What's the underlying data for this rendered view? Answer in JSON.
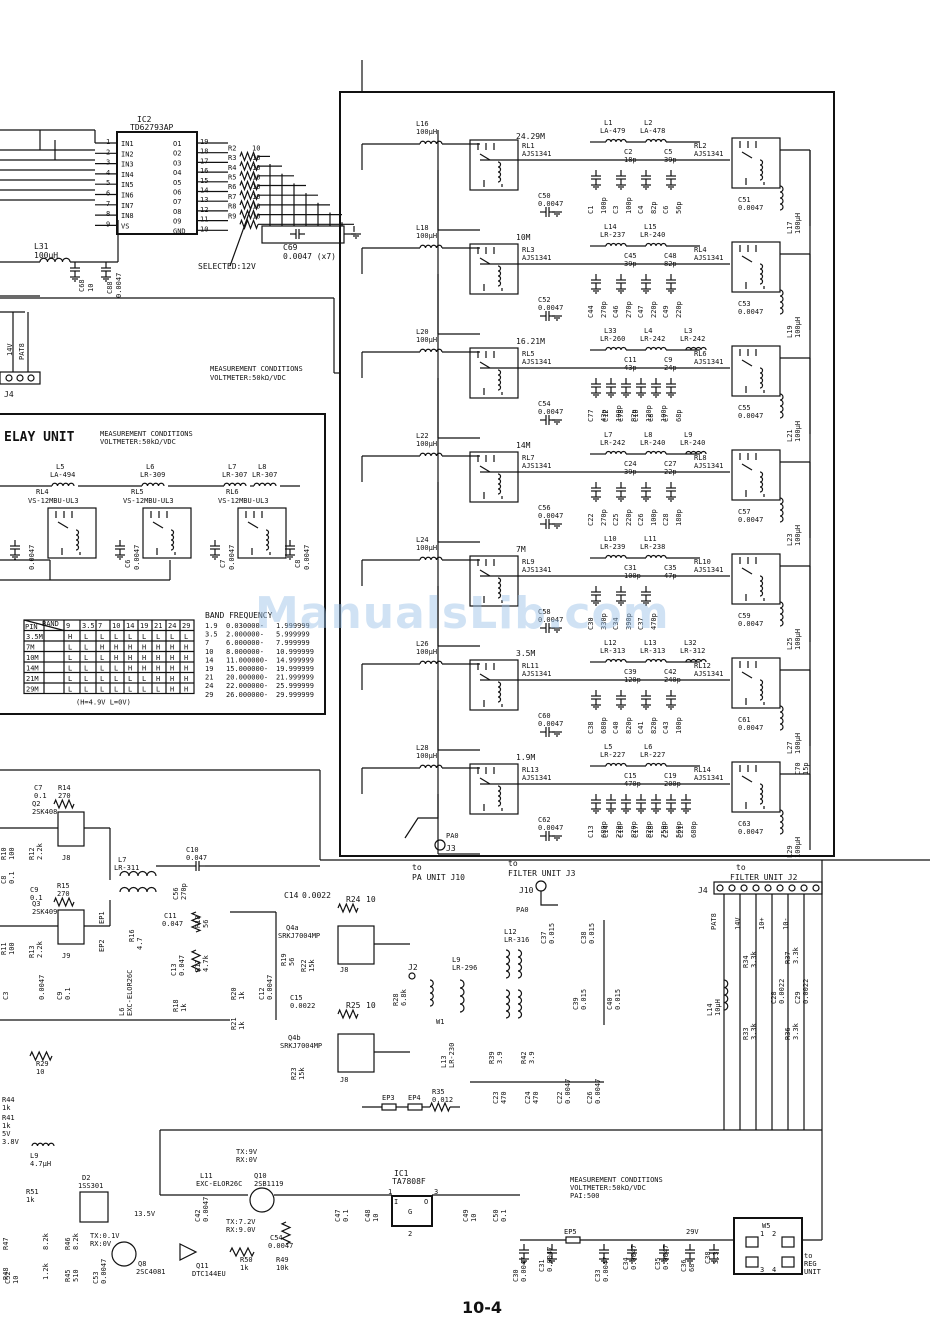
{
  "page_number": "10-4",
  "watermark": "ManualsLib.com",
  "ic2": {
    "ref": "IC2",
    "part": "TD62793AP",
    "inputs": [
      "IN1",
      "IN2",
      "IN3",
      "IN4",
      "IN5",
      "IN6",
      "IN7",
      "IN8",
      "VS"
    ],
    "in_pins": [
      "1",
      "2",
      "3",
      "4",
      "5",
      "6",
      "7",
      "8",
      "9"
    ],
    "outputs": [
      "O1",
      "O2",
      "O3",
      "O4",
      "O5",
      "O6",
      "O7",
      "O8",
      "O9",
      "GND"
    ],
    "out_pins": [
      "19",
      "18",
      "17",
      "16",
      "15",
      "14",
      "13",
      "12",
      "11",
      "10"
    ],
    "resistors": [
      "R2",
      "R3",
      "R4",
      "R5",
      "R6",
      "R7",
      "R8",
      "R9"
    ],
    "res_value": "10"
  },
  "c69": "C69",
  "c69_value": "0.0047 (x7)",
  "selected_note": "SELECTED:12V",
  "l31": "L31",
  "l31_value": "100µH",
  "c68": "C68",
  "c68_v": "10",
  "c88": "C88",
  "c88_v": "0.0047",
  "j4_left": "J4",
  "j4_pins": [
    "14V",
    "PAT8"
  ],
  "meas1": [
    "MEASUREMENT CONDITIONS",
    "VOLTMETER:50kΩ/VDC"
  ],
  "relay_unit": {
    "title": "ELAY UNIT",
    "meas": [
      "MEASUREMENT CONDITIONS",
      "VOLTMETER:50kΩ/VDC"
    ],
    "inductors": [
      [
        "L5",
        "LA-494"
      ],
      [
        "L6",
        "LR-309"
      ],
      [
        "L7",
        "LR-307"
      ],
      [
        "L8",
        "LR-307"
      ]
    ],
    "relays": [
      [
        "RL4",
        "VS-12MBU-UL3"
      ],
      [
        "RL5",
        "VS-12MBU-UL3"
      ],
      [
        "RL6",
        "VS-12MBU-UL3"
      ]
    ],
    "caps": [
      [
        "C6",
        "0.0047"
      ],
      [
        "C7",
        "0.0047"
      ],
      [
        "C8",
        "0.0047"
      ],
      [
        "",
        "0.0047"
      ]
    ],
    "table_head": [
      "PIN",
      "BAND",
      "9",
      "3.5",
      "7",
      "10",
      "14",
      "19",
      "21",
      "24",
      "29"
    ],
    "table_rows": [
      [
        "3.5M",
        "H",
        "L",
        "L",
        "L",
        "L",
        "L",
        "L",
        "L",
        "L"
      ],
      [
        "7M",
        "L",
        "L",
        "H",
        "H",
        "H",
        "H",
        "H",
        "H",
        "H"
      ],
      [
        "10M",
        "L",
        "L",
        "L",
        "H",
        "H",
        "H",
        "H",
        "H",
        "H"
      ],
      [
        "14M",
        "L",
        "L",
        "L",
        "L",
        "H",
        "H",
        "H",
        "H",
        "H"
      ],
      [
        "21M",
        "L",
        "L",
        "L",
        "L",
        "L",
        "L",
        "H",
        "H",
        "H"
      ],
      [
        "29M",
        "L",
        "L",
        "L",
        "L",
        "L",
        "L",
        "L",
        "H",
        "H"
      ]
    ],
    "table_note": "(H=4.9V  L=0V)",
    "band_title": "BAND FREQUENCY",
    "band_rows": [
      [
        "1.9",
        "0.030000-",
        "1.999999"
      ],
      [
        "3.5",
        "2.000000-",
        "5.999999"
      ],
      [
        "7",
        "6.000000-",
        "7.999999"
      ],
      [
        "10",
        "8.000000-",
        "10.999999"
      ],
      [
        "14",
        "11.000000-",
        "14.999999"
      ],
      [
        "19",
        "15.000000-",
        "19.999999"
      ],
      [
        "21",
        "20.000000-",
        "21.999999"
      ],
      [
        "24",
        "22.000000-",
        "25.999999"
      ],
      [
        "29",
        "26.000000-",
        "29.999999"
      ]
    ]
  },
  "filter_bands": [
    {
      "band": "24.29M",
      "rl_a": "RL1",
      "rl_b": "RL2",
      "relay": "AJS1341",
      "l": "L16",
      "lv": "100µH",
      "c": "C50",
      "cv": "0.0047",
      "coil": "L17",
      "coilv": "100µH",
      "cout": "C51",
      "coutv": "0.0047",
      "ls": [
        [
          "L1",
          "LA-479"
        ],
        [
          "L2",
          "LA-478"
        ]
      ],
      "cs": [
        [
          "C2",
          "18p"
        ],
        [
          "C5",
          "39p"
        ]
      ],
      "gs": [
        [
          "C1",
          "100p"
        ],
        [
          "C3",
          "100p"
        ],
        [
          "C4",
          "82p"
        ],
        [
          "C6",
          "56p"
        ]
      ]
    },
    {
      "band": "10M",
      "rl_a": "RL3",
      "rl_b": "RL4",
      "relay": "AJS1341",
      "l": "L18",
      "lv": "100µH",
      "c": "C52",
      "cv": "0.0047",
      "coil": "L19",
      "coilv": "100µH",
      "cout": "C53",
      "coutv": "0.0047",
      "ls": [
        [
          "L14",
          "LR-237"
        ],
        [
          "L15",
          "LR-240"
        ]
      ],
      "cs": [
        [
          "C45",
          "39p"
        ],
        [
          "C48",
          "82p"
        ]
      ],
      "gs": [
        [
          "C44",
          "270p"
        ],
        [
          "C46",
          "270p"
        ],
        [
          "C47",
          "220p"
        ],
        [
          "C49",
          "220p"
        ]
      ]
    },
    {
      "band": "16.21M",
      "rl_a": "RL5",
      "rl_b": "RL6",
      "relay": "AJS1341",
      "l": "L20",
      "lv": "100µH",
      "c": "C54",
      "cv": "0.0047",
      "coil": "L21",
      "coilv": "100µH",
      "cout": "C55",
      "coutv": "0.0047",
      "ls": [
        [
          "L33",
          "LR-260"
        ],
        [
          "L4",
          "LR-242"
        ],
        [
          "L3",
          "LR-242"
        ]
      ],
      "cs": [
        [
          "C11",
          "43p"
        ],
        [
          "C9",
          "24p"
        ]
      ],
      "gs": [
        [
          "C77",
          "43p"
        ],
        [
          "C12",
          "100p"
        ],
        [
          "C78",
          "82p"
        ],
        [
          "C10",
          "120p"
        ],
        [
          "C8",
          "100p"
        ],
        [
          "C7",
          "68p"
        ]
      ]
    },
    {
      "band": "14M",
      "rl_a": "RL7",
      "rl_b": "RL8",
      "relay": "AJS1341",
      "l": "L22",
      "lv": "100µH",
      "c": "C56",
      "cv": "0.0047",
      "coil": "L23",
      "coilv": "100µH",
      "cout": "C57",
      "coutv": "0.0047",
      "ls": [
        [
          "L7",
          "LR-242"
        ],
        [
          "L8",
          "LR-240"
        ],
        [
          "L9",
          "LR-240"
        ]
      ],
      "cs": [
        [
          "C24",
          "39p"
        ],
        [
          "C27",
          "22p"
        ]
      ],
      "gs": [
        [
          "C22",
          "270p"
        ],
        [
          "C25",
          "220p"
        ],
        [
          "C26",
          "100p"
        ],
        [
          "C28",
          "180p"
        ]
      ]
    },
    {
      "band": "7M",
      "rl_a": "RL9",
      "rl_b": "RL10",
      "relay": "AJS1341",
      "l": "L24",
      "lv": "100µH",
      "c": "C58",
      "cv": "0.0047",
      "coil": "L25",
      "coilv": "100µH",
      "cout": "C59",
      "coutv": "0.0047",
      "ls": [
        [
          "L10",
          "LR-239"
        ],
        [
          "L11",
          "LR-238"
        ]
      ],
      "cs": [
        [
          "C31",
          "100p"
        ],
        [
          "C35",
          "47p"
        ]
      ],
      "gs": [
        [
          "C30",
          "330p"
        ],
        [
          "C34",
          "390p"
        ],
        [
          "C37",
          "470p"
        ]
      ]
    },
    {
      "band": "3.5M",
      "rl_a": "RL11",
      "rl_b": "RL12",
      "relay": "AJS1341",
      "l": "L26",
      "lv": "100µH",
      "c": "C60",
      "cv": "0.0047",
      "coil": "L27",
      "coilv": "100µH",
      "cout": "C61",
      "coutv": "0.0047",
      "ls": [
        [
          "L12",
          "LR-313"
        ],
        [
          "L13",
          "LR-313"
        ],
        [
          "L32",
          "LR-312"
        ]
      ],
      "cs": [
        [
          "C39",
          "120p"
        ],
        [
          "C42",
          "240p"
        ]
      ],
      "gs": [
        [
          "C38",
          "680p"
        ],
        [
          "C40",
          "820p"
        ],
        [
          "C41",
          "820p"
        ],
        [
          "C43",
          "100p"
        ]
      ]
    },
    {
      "band": "1.9M",
      "rl_a": "RL13",
      "rl_b": "RL14",
      "relay": "AJS1341",
      "l": "L28",
      "lv": "100µH",
      "c": "C62",
      "cv": "0.0047",
      "coil": "L29",
      "coilv": "100µH",
      "cout": "C63",
      "coutv": "0.0047",
      "ls": [
        [
          "L5",
          "LR-227"
        ],
        [
          "L6",
          "LR-227"
        ]
      ],
      "cs": [
        [
          "C15",
          "470p"
        ],
        [
          "C19",
          "200p"
        ]
      ],
      "gs": [
        [
          "C13",
          "680p"
        ],
        [
          "C14",
          "220p"
        ],
        [
          "C16",
          "820p"
        ],
        [
          "C17",
          "820p"
        ],
        [
          "C18",
          "750p"
        ],
        [
          "C20",
          "560p"
        ],
        [
          "C21",
          "680p"
        ]
      ]
    }
  ],
  "c70": "C70",
  "c70_v": "15p",
  "pa0": "PA0",
  "j3": "J3",
  "to_pa": [
    "to",
    "PA UNIT J10"
  ],
  "to_filter_j3": [
    "to",
    "FILTER UNIT J3"
  ],
  "to_filter_j2": [
    "to",
    "FILTER UNIT J2"
  ],
  "j4_right": "J4",
  "j4r_pins": [
    "PAT8",
    "14V",
    "10+",
    "10-"
  ],
  "lower": {
    "q2": [
      "Q2",
      "2SK408"
    ],
    "q3": [
      "Q3",
      "2SK409"
    ],
    "c7": [
      "C7",
      "0.1"
    ],
    "r14": [
      "R14",
      "270"
    ],
    "r15": [
      "R15",
      "270"
    ],
    "r10": [
      "R10",
      "100"
    ],
    "r12": [
      "R12",
      "2.2k"
    ],
    "c8": [
      "C8",
      "0.1"
    ],
    "c9": [
      "C9",
      "0.1"
    ],
    "r11": [
      "R11",
      "100"
    ],
    "r13": [
      "R13",
      "2.2k"
    ],
    "j8": "J8",
    "j9": "J9",
    "l7": [
      "L7",
      "LR-311"
    ],
    "c10": [
      "C10",
      "0.047"
    ],
    "c56": [
      "C56",
      "270p"
    ],
    "c11": [
      "C11",
      "0.047"
    ],
    "r16": [
      "R16",
      "4.7"
    ],
    "r17": [
      "R17",
      "4.7k"
    ],
    "r18": [
      "R18",
      "56"
    ],
    "ep1": "EP1",
    "ep2": "EP2",
    "l6": [
      "L6",
      "EXC-ELOR26C"
    ],
    "c13": [
      "C13",
      "0.047"
    ],
    "c3": [
      "C3",
      "0.0047"
    ],
    "c9b": [
      "C9",
      "0.1"
    ],
    "r18b": [
      "R18",
      "1k"
    ],
    "r20": [
      "R20",
      "1k"
    ],
    "r21": [
      "R21",
      "1k"
    ],
    "r19": [
      "R19",
      "56"
    ],
    "c14": [
      "C14",
      "0.0022"
    ],
    "r24": [
      "R24",
      "10"
    ],
    "q4a": [
      "Q4a",
      "SRKJ7004MP"
    ],
    "r22": [
      "R22",
      "15k"
    ],
    "c12": [
      "C12",
      "0.0047"
    ],
    "c15": [
      "C15",
      "0.0022"
    ],
    "r25": [
      "R25",
      "10"
    ],
    "q4b": [
      "Q4b",
      "SRKJ7004MP"
    ],
    "r23": [
      "R23",
      "15k"
    ],
    "j8b": "J8",
    "r28": [
      "R28",
      "6.8k"
    ],
    "j2": "J2",
    "w1": "W1",
    "j10": "J10",
    "pa0": "PA0",
    "c37": [
      "C37",
      "0.015"
    ],
    "c38": [
      "C38",
      "0.015"
    ],
    "l9": [
      "L9",
      "LR-296"
    ],
    "l12": [
      "L12",
      "LR-316"
    ],
    "c39": [
      "C39",
      "0.015"
    ],
    "c40": [
      "C40",
      "0.015"
    ],
    "l13": [
      "L13",
      "LR-230"
    ],
    "r39": [
      "R39",
      "3.9"
    ],
    "r42": [
      "R42",
      "3.9"
    ],
    "c23": [
      "C23",
      "470"
    ],
    "c24": [
      "C24",
      "470"
    ],
    "c22": [
      "C22",
      "0.0047"
    ],
    "c26": [
      "C26",
      "0.0047"
    ],
    "ep3": "EP3",
    "ep4": "EP4",
    "r35": [
      "R35",
      "0.012"
    ],
    "l14": [
      "L14",
      "10µH"
    ],
    "r34": [
      "R34",
      "3.3k"
    ],
    "r33": [
      "R33",
      "3.3k"
    ],
    "c28": [
      "C28",
      "0.0022"
    ],
    "c29": [
      "C29",
      "0.0022"
    ],
    "r37": [
      "R37",
      "3.3k"
    ],
    "r36": [
      "R36",
      "3.3k"
    ],
    "r29": [
      "R29",
      "10"
    ],
    "r44": [
      "R44",
      "1k"
    ],
    "r41": [
      "R41",
      "1k"
    ],
    "v5": "5V",
    "v38": "3.8V",
    "l9b": [
      "L9",
      "4.7µH"
    ],
    "d2": [
      "D2",
      "1SS301"
    ],
    "r51": [
      "R51",
      "1k"
    ],
    "tx01": "TX:0.1V",
    "rx0": "RX:0V",
    "v135": "13.5V",
    "r47": [
      "R47",
      "8.2k"
    ],
    "r48": [
      "R48",
      "1.2k"
    ],
    "r46": [
      "R46",
      "8.2k"
    ],
    "r45": [
      "R45",
      "510"
    ],
    "c53": [
      "C53",
      "0.0047"
    ],
    "c52": [
      "C52",
      "10"
    ],
    "q8": [
      "Q8",
      "2SC4081"
    ],
    "q11": [
      "Q11",
      "DTC144EU"
    ],
    "r50": [
      "R50",
      "1k"
    ],
    "r49": [
      "R49",
      "10k"
    ],
    "l11": [
      "L11",
      "EXC-ELOR26C"
    ],
    "q10": [
      "Q10",
      "2SB1119"
    ],
    "txrx1": [
      "TX:9V",
      "RX:0V"
    ],
    "txrx2": [
      "TX:7.2V",
      "RX:9.0V"
    ],
    "c42": [
      "C42",
      "0.0047"
    ],
    "c54": [
      "C54",
      "0.0047"
    ],
    "c47": [
      "C47",
      "0.1"
    ],
    "c48": [
      "C48",
      "10"
    ],
    "ic1": [
      "IC1",
      "TA7808F"
    ],
    "ic1_pins": [
      "I",
      "G",
      "O",
      "1",
      "2",
      "3"
    ],
    "c49": [
      "C49",
      "10"
    ],
    "c50": [
      "C50",
      "0.1"
    ],
    "meas": [
      "MEASUREMENT CONDITIONS",
      "VOLTMETER:50kΩ/VDC",
      "PAI:500"
    ],
    "ep5": "EP5",
    "v29": "29V",
    "c30": [
      "C30",
      "0.0047"
    ],
    "c31": [
      "C31",
      "0.0047"
    ],
    "c33": [
      "C33",
      "0.0047"
    ],
    "c34": [
      "C34",
      "0.0047"
    ],
    "c35": [
      "C35",
      "0.0047"
    ],
    "c36": [
      "C36",
      "68"
    ],
    "c38b": [
      "C38",
      "3.3"
    ],
    "w5": "W5",
    "w5_pins": [
      "1",
      "2",
      "3",
      "4"
    ],
    "to_reg": [
      "to",
      "REG",
      "UNIT"
    ]
  }
}
